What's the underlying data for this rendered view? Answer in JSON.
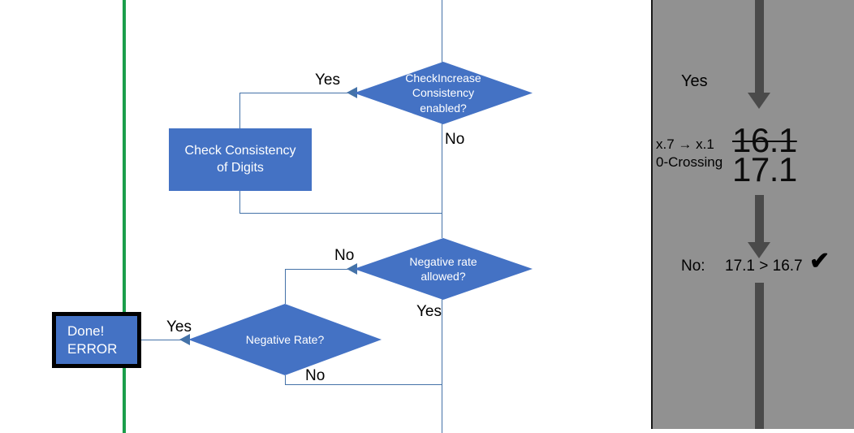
{
  "colors": {
    "shape_fill": "#4472C4",
    "connector": "#4472A8",
    "green_divider": "#1B9E4B",
    "panel_background": "#919191",
    "panel_arrow": "#4A4A4A",
    "text_on_shape": "#FFFFFF",
    "text_dark": "#000000"
  },
  "flowchart": {
    "decision_check_increase": {
      "name": "CheckIncrease Consistency enabled?",
      "line1": "CheckIncrease",
      "line2": "Consistency",
      "line3": "enabled?",
      "branch_yes": "Yes",
      "branch_no": "No"
    },
    "process_check_consistency": {
      "line1": "Check Consistency",
      "line2": "of Digits"
    },
    "decision_negative_allowed": {
      "line1": "Negative rate",
      "line2": "allowed?",
      "branch_no": "No",
      "branch_yes": "Yes"
    },
    "decision_negative_rate": {
      "line1": "Negative Rate?",
      "branch_yes": "Yes",
      "branch_no": "No"
    },
    "terminal_error": {
      "line1": "Done!",
      "line2": "ERROR"
    }
  },
  "panel": {
    "branch_label": "Yes",
    "note_line1": "x.7 → x.1",
    "note_line2": "0-Crossing",
    "value_struck": "16.1",
    "value_current": "17.1",
    "comparison_prefix": "No:",
    "comparison_expression": "17.1 > 16.7",
    "comparison_mark": "✔"
  }
}
